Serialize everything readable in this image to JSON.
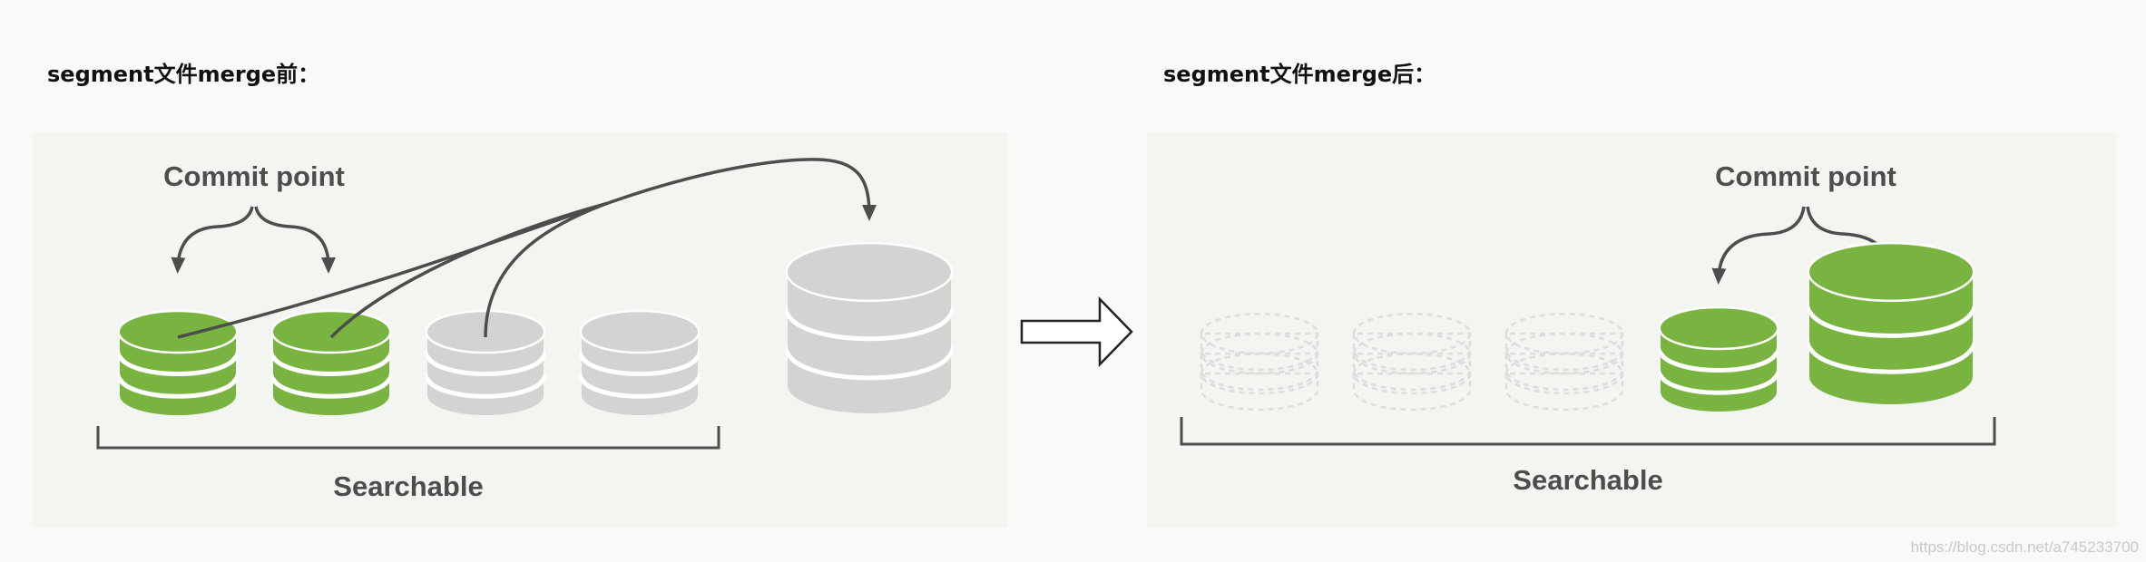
{
  "captions": {
    "before": "segment文件merge前：",
    "after": "segment文件merge后："
  },
  "before": {
    "commit_point_label": "Commit point",
    "searchable_label": "Searchable"
  },
  "after": {
    "commit_point_label": "Commit point",
    "searchable_label": "Searchable"
  },
  "watermark": "https://blog.csdn.net/a745233700",
  "colors": {
    "committed_segment": "#78b43f",
    "uncommitted_segment": "#d3d3d3",
    "deleted_segment_outline": "#dddddd",
    "arrow_line": "#4d4d4d",
    "panel_background": "#f3f5f1"
  }
}
